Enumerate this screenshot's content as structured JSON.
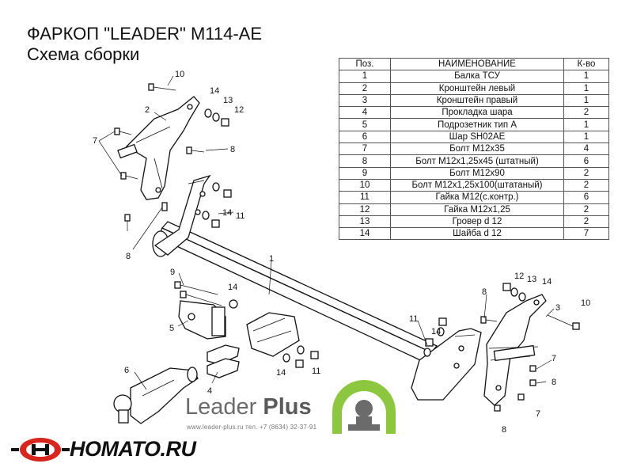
{
  "header": {
    "title": "ФАРКОП \"LEADER\" M114-AE",
    "subtitle": "Схема сборки"
  },
  "spec_table": {
    "headers": [
      "Поз.",
      "НАИМЕНОВАНИЕ",
      "К-во"
    ],
    "rows": [
      [
        "1",
        "Балка ТСУ",
        "1"
      ],
      [
        "2",
        "Кронштейн левый",
        "1"
      ],
      [
        "3",
        "Кронштейн правый",
        "1"
      ],
      [
        "4",
        "Прокладка шара",
        "2"
      ],
      [
        "5",
        "Подрозетник тип А",
        "1"
      ],
      [
        "6",
        "Шар SH02AE",
        "1"
      ],
      [
        "7",
        "Болт М12х35",
        "4"
      ],
      [
        "8",
        "Болт М12х1,25х45 (штатный)",
        "6"
      ],
      [
        "9",
        "Болт М12х90",
        "2"
      ],
      [
        "10",
        "Болт М12х1,25х100(штатаный)",
        "2"
      ],
      [
        "11",
        "Гайка М12(с.контр.)",
        "6"
      ],
      [
        "12",
        "Гайка М12х1,25",
        "2"
      ],
      [
        "13",
        "Гровер d 12",
        "2"
      ],
      [
        "14",
        "Шайба d 12",
        "7"
      ]
    ]
  },
  "callouts": [
    "10",
    "14",
    "13",
    "12",
    "2",
    "7",
    "8",
    "8",
    "14",
    "11",
    "1",
    "9",
    "14",
    "5",
    "11",
    "14",
    "14",
    "11",
    "6",
    "4",
    "12",
    "13",
    "14",
    "8",
    "3",
    "10",
    "7",
    "8",
    "7",
    "8"
  ],
  "brand": {
    "name_light": "Leader ",
    "name_bold": "Plus",
    "contact": "www.leader-plus.ru   тел. +7 (8634) 32-37-91"
  },
  "watermark": {
    "text": "HOMATO.RU"
  },
  "colors": {
    "text": "#111111",
    "brand_gray": "#6b6b6b",
    "brand_green": "#8dc63f",
    "watermark_red": "#d7261e"
  }
}
